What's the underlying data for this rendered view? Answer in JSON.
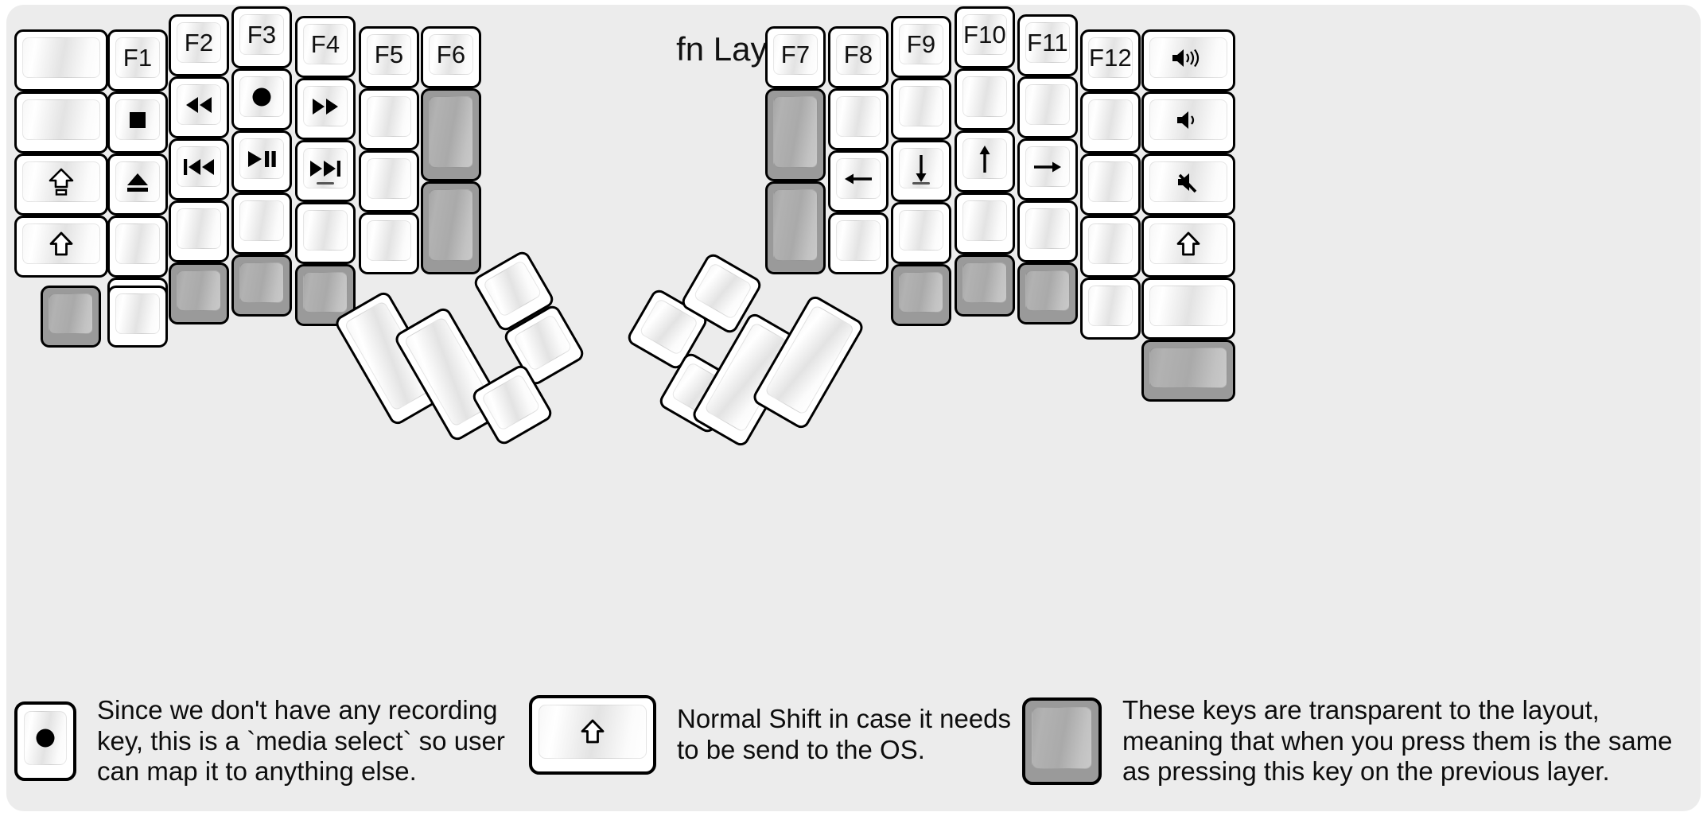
{
  "page": {
    "title": "fn Layer",
    "panel_color": "#ececec",
    "key_face_color": "#ffffff",
    "transparent_key_color": "#9a9a9a",
    "text_color": "#111111"
  },
  "legend": {
    "items": [
      {
        "key_icon": "record-icon",
        "key_style": "white",
        "text": "Since we don't have any recording\nkey, this is a `media select` so user\ncan map it to anything else."
      },
      {
        "key_icon": "shift-icon",
        "key_style": "white",
        "text": "Normal Shift in case it needs\nto be send to the OS."
      },
      {
        "key_icon": "blank",
        "key_style": "transparent",
        "text": "These keys are transparent to the layout,\nmeaning that when you press them is the same\nas pressing this key on the previous layer."
      }
    ]
  },
  "keyboard": {
    "left_half": {
      "columns": [
        {
          "name": "pinky-outer",
          "keys": [
            {
              "label": "",
              "icon": "",
              "style": "white",
              "size": "1.5u"
            },
            {
              "label": "",
              "icon": "",
              "style": "white",
              "size": "1.5u"
            },
            {
              "label": "",
              "icon": "caps-lock-icon",
              "style": "white",
              "size": "1.5u"
            },
            {
              "label": "",
              "icon": "shift-icon",
              "style": "white",
              "size": "1.5u"
            }
          ]
        },
        {
          "name": "pinky",
          "keys": [
            {
              "label": "F1",
              "icon": "",
              "style": "white"
            },
            {
              "label": "",
              "icon": "stop-icon",
              "style": "white"
            },
            {
              "label": "",
              "icon": "eject-icon",
              "style": "white"
            },
            {
              "label": "",
              "icon": "",
              "style": "white"
            },
            {
              "label": "",
              "icon": "",
              "style": "white"
            }
          ]
        },
        {
          "name": "ring",
          "keys": [
            {
              "label": "F2",
              "icon": "",
              "style": "white"
            },
            {
              "label": "",
              "icon": "rewind-icon",
              "style": "white"
            },
            {
              "label": "",
              "icon": "previous-track-icon",
              "style": "white"
            },
            {
              "label": "",
              "icon": "",
              "style": "white"
            },
            {
              "label": "",
              "icon": "",
              "style": "transparent"
            }
          ]
        },
        {
          "name": "middle",
          "keys": [
            {
              "label": "F3",
              "icon": "",
              "style": "white"
            },
            {
              "label": "",
              "icon": "record-icon",
              "style": "white"
            },
            {
              "label": "",
              "icon": "play-pause-icon",
              "style": "white"
            },
            {
              "label": "",
              "icon": "",
              "style": "white"
            },
            {
              "label": "",
              "icon": "",
              "style": "transparent"
            }
          ]
        },
        {
          "name": "index",
          "keys": [
            {
              "label": "F4",
              "icon": "",
              "style": "white"
            },
            {
              "label": "",
              "icon": "fast-forward-icon",
              "style": "white"
            },
            {
              "label": "",
              "icon": "next-track-icon",
              "style": "white",
              "homing": true
            },
            {
              "label": "",
              "icon": "",
              "style": "white"
            },
            {
              "label": "",
              "icon": "",
              "style": "transparent"
            }
          ]
        },
        {
          "name": "index-inner",
          "keys": [
            {
              "label": "F5",
              "icon": "",
              "style": "white"
            },
            {
              "label": "",
              "icon": "",
              "style": "white"
            },
            {
              "label": "",
              "icon": "",
              "style": "white"
            },
            {
              "label": "",
              "icon": "",
              "style": "white"
            }
          ]
        },
        {
          "name": "inner",
          "keys": [
            {
              "label": "F6",
              "icon": "",
              "style": "white"
            },
            {
              "label": "",
              "icon": "",
              "style": "transparent",
              "size": "1.5u"
            },
            {
              "label": "",
              "icon": "",
              "style": "transparent",
              "size": "1.5u"
            }
          ]
        }
      ],
      "bottom_row": [
        {
          "label": "",
          "icon": "",
          "style": "transparent"
        },
        {
          "label": "",
          "icon": "",
          "style": "white"
        }
      ],
      "thumb_cluster": [
        {
          "label": "",
          "icon": "",
          "style": "white",
          "size": "2u"
        },
        {
          "label": "",
          "icon": "",
          "style": "white",
          "size": "2u"
        },
        {
          "label": "",
          "icon": "",
          "style": "white",
          "size": "1u"
        },
        {
          "label": "",
          "icon": "",
          "style": "white",
          "size": "1u"
        },
        {
          "label": "",
          "icon": "",
          "style": "white",
          "size": "1u"
        }
      ]
    },
    "right_half": {
      "columns": [
        {
          "name": "inner",
          "keys": [
            {
              "label": "F7",
              "icon": "",
              "style": "white"
            },
            {
              "label": "",
              "icon": "",
              "style": "transparent",
              "size": "1.5u"
            },
            {
              "label": "",
              "icon": "",
              "style": "transparent",
              "size": "1.5u"
            }
          ]
        },
        {
          "name": "index-inner",
          "keys": [
            {
              "label": "F8",
              "icon": "",
              "style": "white"
            },
            {
              "label": "",
              "icon": "",
              "style": "white"
            },
            {
              "label": "",
              "icon": "arrow-left-icon",
              "style": "white"
            },
            {
              "label": "",
              "icon": "",
              "style": "white"
            }
          ]
        },
        {
          "name": "index",
          "keys": [
            {
              "label": "F9",
              "icon": "",
              "style": "white"
            },
            {
              "label": "",
              "icon": "",
              "style": "white"
            },
            {
              "label": "",
              "icon": "arrow-down-icon",
              "style": "white",
              "homing": true
            },
            {
              "label": "",
              "icon": "",
              "style": "white"
            },
            {
              "label": "",
              "icon": "",
              "style": "transparent"
            }
          ]
        },
        {
          "name": "middle",
          "keys": [
            {
              "label": "F10",
              "icon": "",
              "style": "white"
            },
            {
              "label": "",
              "icon": "",
              "style": "white"
            },
            {
              "label": "",
              "icon": "arrow-up-icon",
              "style": "white"
            },
            {
              "label": "",
              "icon": "",
              "style": "white"
            },
            {
              "label": "",
              "icon": "",
              "style": "transparent"
            }
          ]
        },
        {
          "name": "ring",
          "keys": [
            {
              "label": "F11",
              "icon": "",
              "style": "white"
            },
            {
              "label": "",
              "icon": "",
              "style": "white"
            },
            {
              "label": "",
              "icon": "arrow-right-icon",
              "style": "white"
            },
            {
              "label": "",
              "icon": "",
              "style": "white"
            },
            {
              "label": "",
              "icon": "",
              "style": "transparent"
            }
          ]
        },
        {
          "name": "pinky",
          "keys": [
            {
              "label": "F12",
              "icon": "",
              "style": "white"
            },
            {
              "label": "",
              "icon": "",
              "style": "white"
            },
            {
              "label": "",
              "icon": "",
              "style": "white"
            },
            {
              "label": "",
              "icon": "",
              "style": "white"
            },
            {
              "label": "",
              "icon": "",
              "style": "white"
            }
          ]
        },
        {
          "name": "pinky-outer",
          "keys": [
            {
              "label": "",
              "icon": "volume-up-icon",
              "style": "white",
              "size": "1.5u"
            },
            {
              "label": "",
              "icon": "volume-down-icon",
              "style": "white",
              "size": "1.5u"
            },
            {
              "label": "",
              "icon": "volume-mute-icon",
              "style": "white",
              "size": "1.5u"
            },
            {
              "label": "",
              "icon": "shift-icon",
              "style": "white",
              "size": "1.5u"
            },
            {
              "label": "",
              "icon": "",
              "style": "white",
              "size": "1.5u"
            },
            {
              "label": "",
              "icon": "",
              "style": "transparent",
              "size": "1.5u"
            }
          ]
        }
      ],
      "thumb_cluster": [
        {
          "label": "",
          "icon": "",
          "style": "white",
          "size": "1u"
        },
        {
          "label": "",
          "icon": "",
          "style": "white",
          "size": "1u"
        },
        {
          "label": "",
          "icon": "",
          "style": "white",
          "size": "1u"
        },
        {
          "label": "",
          "icon": "",
          "style": "white",
          "size": "2u"
        },
        {
          "label": "",
          "icon": "",
          "style": "white",
          "size": "2u"
        }
      ]
    }
  }
}
